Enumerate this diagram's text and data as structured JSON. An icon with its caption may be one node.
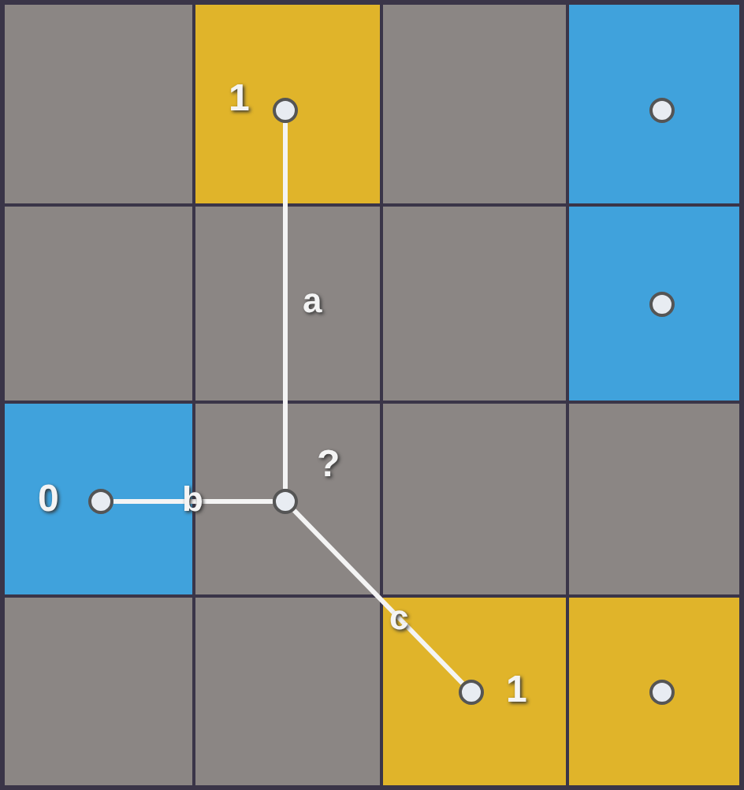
{
  "diagram": {
    "nodes": [
      {
        "text": [],
        "shape": "circle",
        "beside": [
          "1"
        ]
      },
      {
        "text": [],
        "shape": "circle"
      },
      {
        "text": [],
        "shape": "circle"
      },
      {
        "text": [],
        "shape": "circle",
        "beside": [
          "0"
        ]
      },
      {
        "text": [],
        "shape": "circle",
        "beside": [
          "?"
        ]
      },
      {
        "text": [],
        "shape": "circle",
        "beside": [
          "1"
        ]
      },
      {
        "text": [],
        "shape": "circle"
      }
    ],
    "edges": [
      {
        "from": 4,
        "to": 0,
        "arrow": "none",
        "label": "a"
      },
      {
        "from": 4,
        "to": 3,
        "arrow": "none",
        "label": "b"
      },
      {
        "from": 4,
        "to": 5,
        "arrow": "none",
        "label": "c"
      }
    ]
  }
}
